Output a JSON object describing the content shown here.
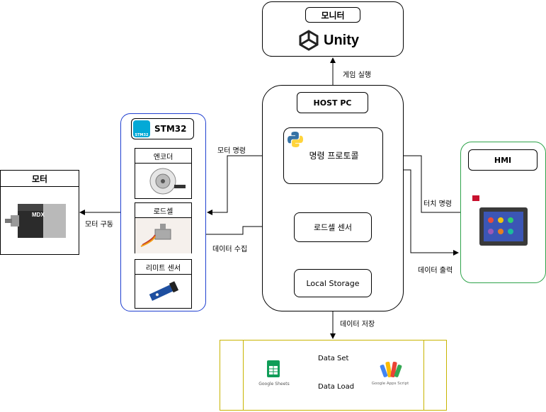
{
  "monitor": {
    "title": "모니터",
    "logo_text": "Unity"
  },
  "edge_labels": {
    "game_run": "게임 실행",
    "motor_cmd": "모터 명령",
    "motor_drive": "모터 구동",
    "data_collect": "데이터 수집",
    "touch_cmd": "터치 명령",
    "data_output": "데이터 출력",
    "data_save": "데이터 저장"
  },
  "host": {
    "title": "HOST PC",
    "protocol": "명령 프로토콜",
    "loadcell_sensor": "로드셀 센서",
    "storage": "Local Storage"
  },
  "stm32": {
    "title": "STM32",
    "chip_text": "STM32",
    "encoder": "엔코더",
    "loadcell": "로드셀",
    "limit": "리미트 센서"
  },
  "motor": {
    "title": "모터",
    "brand": "MDX"
  },
  "hmi": {
    "title": "HMI"
  },
  "storage_panel": {
    "sheets_label": "Google Sheets",
    "script_label": "Google Apps Script",
    "data_set": "Data Set",
    "data_load": "Data Load"
  },
  "colors": {
    "stm32_border": "#1f3fd0",
    "hmi_border": "#2ea34a",
    "storage_border": "#c8b400",
    "python_blue": "#3572a5",
    "python_yellow": "#ffd43b",
    "sheets_green": "#0f9d58"
  }
}
